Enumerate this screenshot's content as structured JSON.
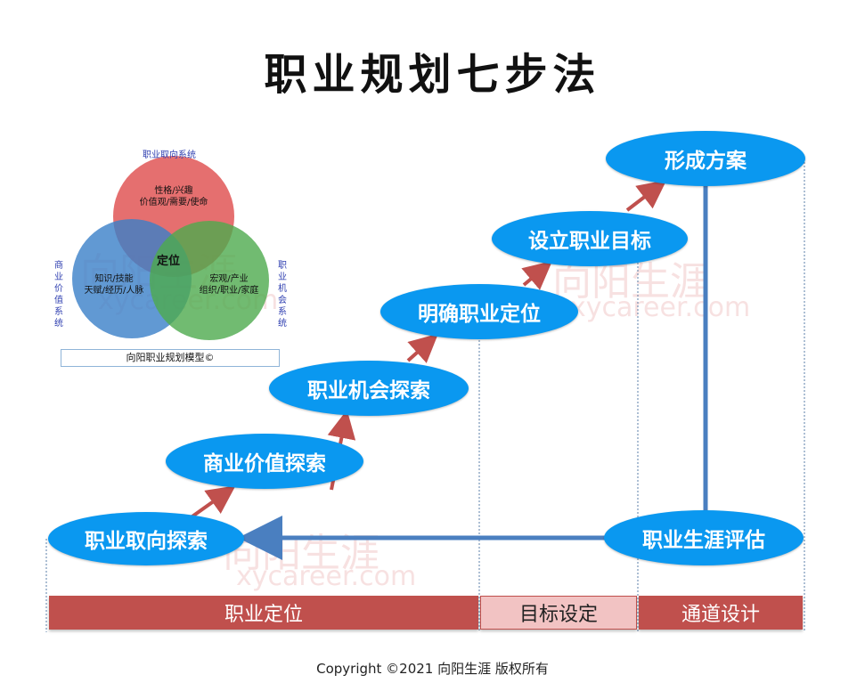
{
  "title": "职业规划七步法",
  "steps": [
    {
      "label": "职业取向探索"
    },
    {
      "label": "商业价值探索"
    },
    {
      "label": "职业机会探索"
    },
    {
      "label": "明确职业定位"
    },
    {
      "label": "设立职业目标"
    },
    {
      "label": "形成方案"
    },
    {
      "label": "职业生涯评估"
    }
  ],
  "bands": [
    {
      "label": "职业定位",
      "color": "#c0504d"
    },
    {
      "label": "目标设定",
      "color": "#f2c3c3"
    },
    {
      "label": "通道设计",
      "color": "#c0504d"
    }
  ],
  "venn": {
    "top_label": "职业取向系统",
    "left_label": "商业价值系统",
    "right_label": "职业机会系统",
    "red_circle": "性格/兴趣\n价值观/需要/使命",
    "blue_circle": "知识/技能\n天赋/经历/人脉",
    "green_circle": "宏观/产业\n组织/职业/家庭",
    "center": "定位",
    "caption": "向阳职业规划模型©"
  },
  "watermark": {
    "brand": "向阳生涯",
    "site": "xycareer.com"
  },
  "copyright": "Copyright  ©2021  向阳生涯 版权所有",
  "colors": {
    "step_fill": "#0a98f0",
    "arrow": "#c0504d",
    "connector": "#4a7fc0"
  }
}
